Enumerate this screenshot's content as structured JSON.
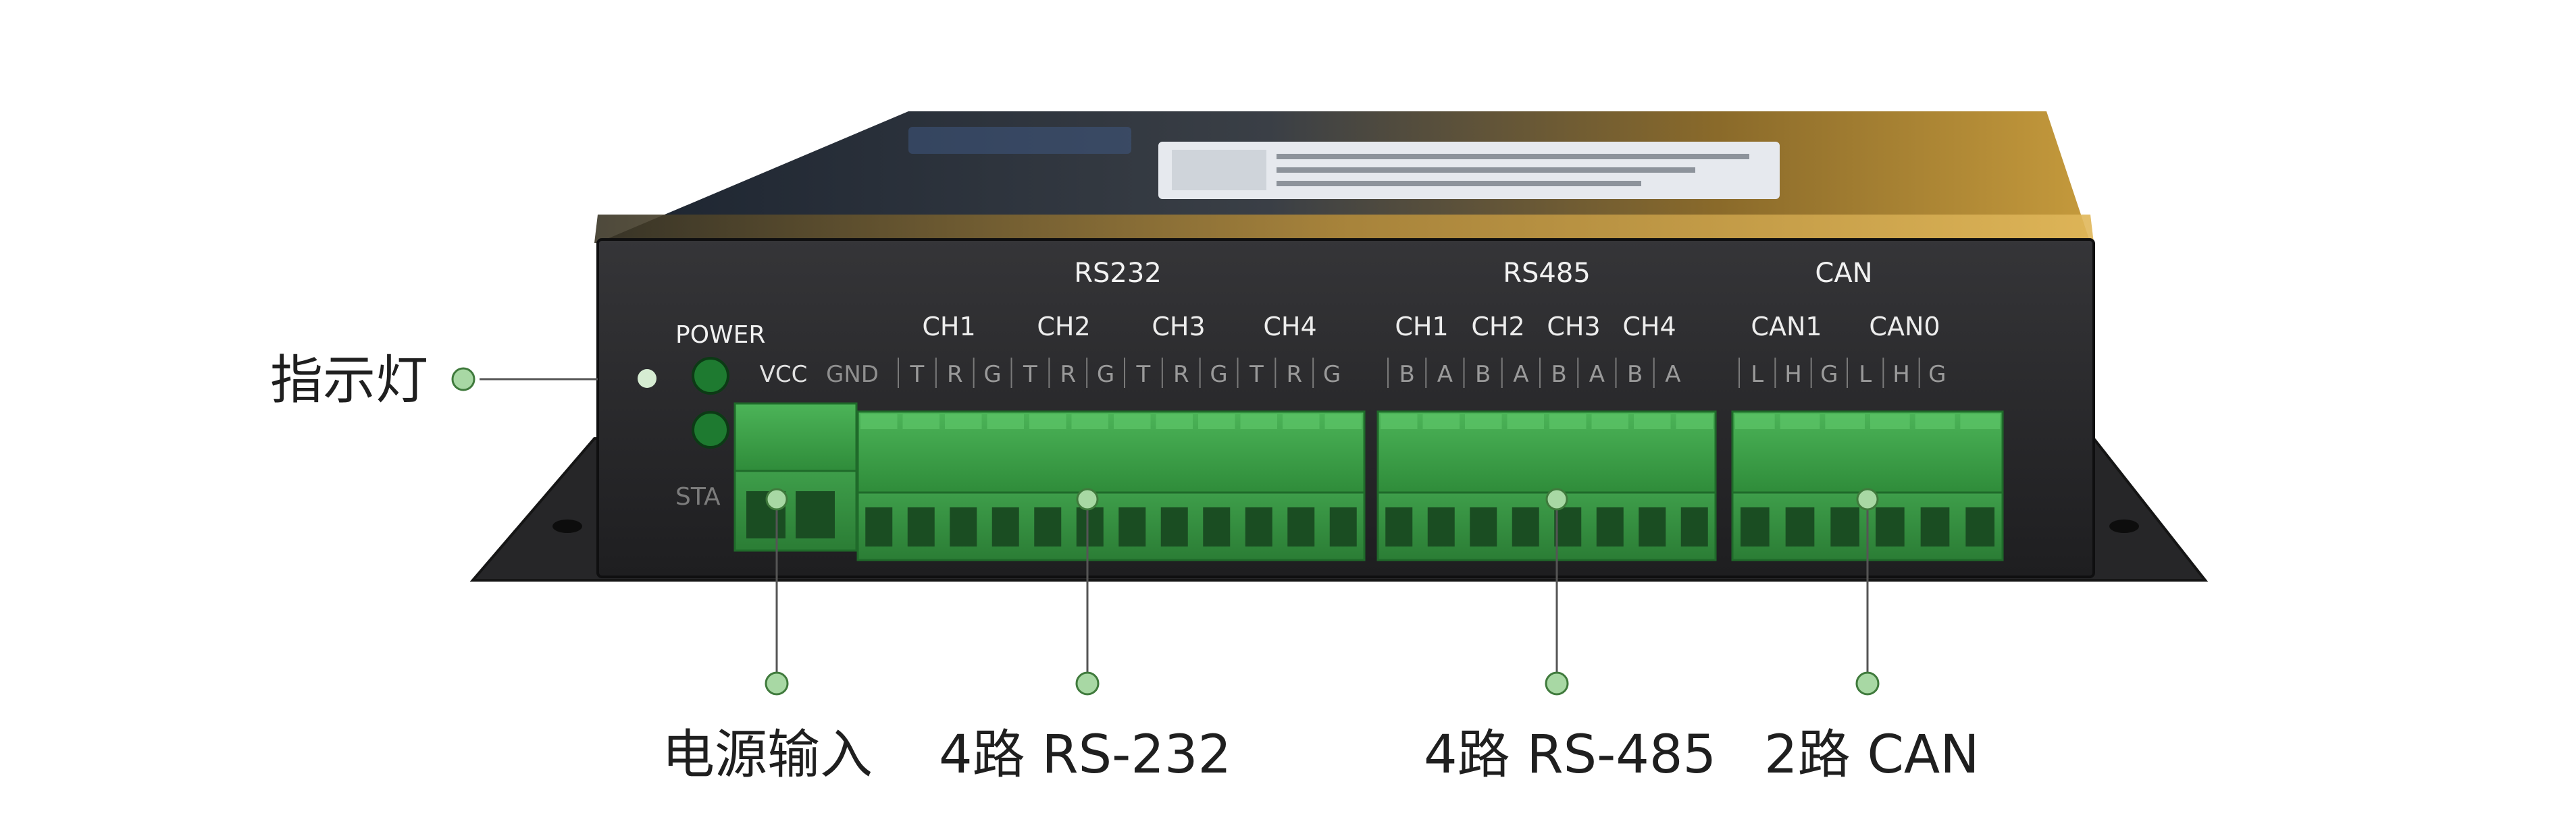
{
  "device": {
    "top_labels": {
      "group_rs232": "RS232",
      "group_rs485": "RS485",
      "group_can": "CAN"
    },
    "channels": {
      "rs232": [
        "CH1",
        "CH2",
        "CH3",
        "CH4"
      ],
      "rs485": [
        "CH1",
        "CH2",
        "CH3",
        "CH4"
      ],
      "can": [
        "CAN1",
        "CAN0"
      ]
    },
    "pins": {
      "power": [
        "VCC",
        "GND"
      ],
      "rs232": [
        "T",
        "R",
        "G",
        "T",
        "R",
        "G",
        "T",
        "R",
        "G",
        "T",
        "R",
        "G"
      ],
      "rs485": [
        "B",
        "A",
        "B",
        "A",
        "B",
        "A",
        "B",
        "A"
      ],
      "can": [
        "L",
        "H",
        "G",
        "L",
        "H",
        "G"
      ]
    },
    "indicators": {
      "power_label": "POWER",
      "status_label": "STA"
    }
  },
  "callouts": {
    "indicator_light": "指示灯",
    "power_input": "电源输入",
    "rs232": "4路 RS-232",
    "rs485": "4路 RS-485",
    "can": "2路  CAN"
  },
  "colors": {
    "chassis": "#2a2a2c",
    "terminal_green": "#3aa046",
    "callout_dot": "#a8d8a4"
  }
}
